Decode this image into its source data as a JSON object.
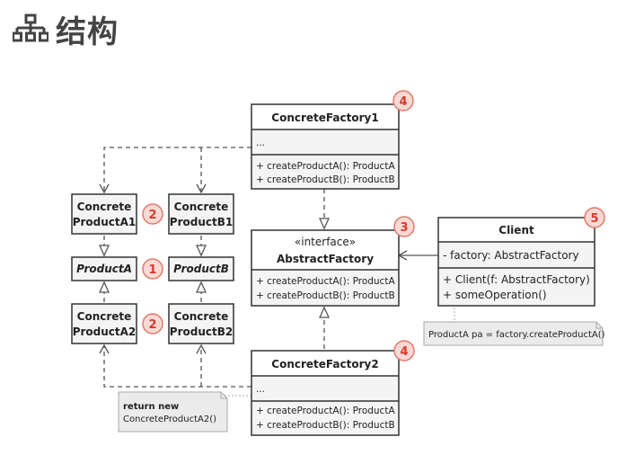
{
  "heading": {
    "icon": "structure-icon",
    "title": "结构"
  },
  "classes": {
    "concrete_factory1": {
      "name": "ConcreteFactory1",
      "fields": "...",
      "methods": [
        "+ createProductA(): ProductA",
        "+ createProductB(): ProductB"
      ]
    },
    "abstract_factory": {
      "stereotype": "«interface»",
      "name": "AbstractFactory",
      "methods": [
        "+ createProductA(): ProductA",
        "+ createProductB(): ProductB"
      ]
    },
    "concrete_factory2": {
      "name": "ConcreteFactory2",
      "fields": "...",
      "methods": [
        "+ createProductA(): ProductA",
        "+ createProductB(): ProductB"
      ]
    },
    "client": {
      "name": "Client",
      "fields": "- factory: AbstractFactory",
      "methods": [
        "+ Client(f: AbstractFactory)",
        "+ someOperation()"
      ]
    },
    "concrete_product_a1": {
      "line1": "Concrete",
      "line2": "ProductA1"
    },
    "concrete_product_b1": {
      "line1": "Concrete",
      "line2": "ProductB1"
    },
    "product_a": {
      "name": "ProductA"
    },
    "product_b": {
      "name": "ProductB"
    },
    "concrete_product_a2": {
      "line1": "Concrete",
      "line2": "ProductA2"
    },
    "concrete_product_b2": {
      "line1": "Concrete",
      "line2": "ProductB2"
    }
  },
  "badges": {
    "b1": "1",
    "b2a": "2",
    "b2b": "2",
    "b3": "3",
    "b4a": "4",
    "b4b": "4",
    "b5": "5"
  },
  "notes": {
    "client_note": "ProductA pa = factory.createProductA()",
    "factory2_note_line1": "return new",
    "factory2_note_line2": "ConcreteProductA2()"
  },
  "colors": {
    "badge_fill": "#f8d9d5",
    "badge_stroke": "#e07a6b",
    "badge_text": "#d63a2a",
    "box_fill": "#f4f4f4",
    "note_fill": "#ebebeb"
  }
}
